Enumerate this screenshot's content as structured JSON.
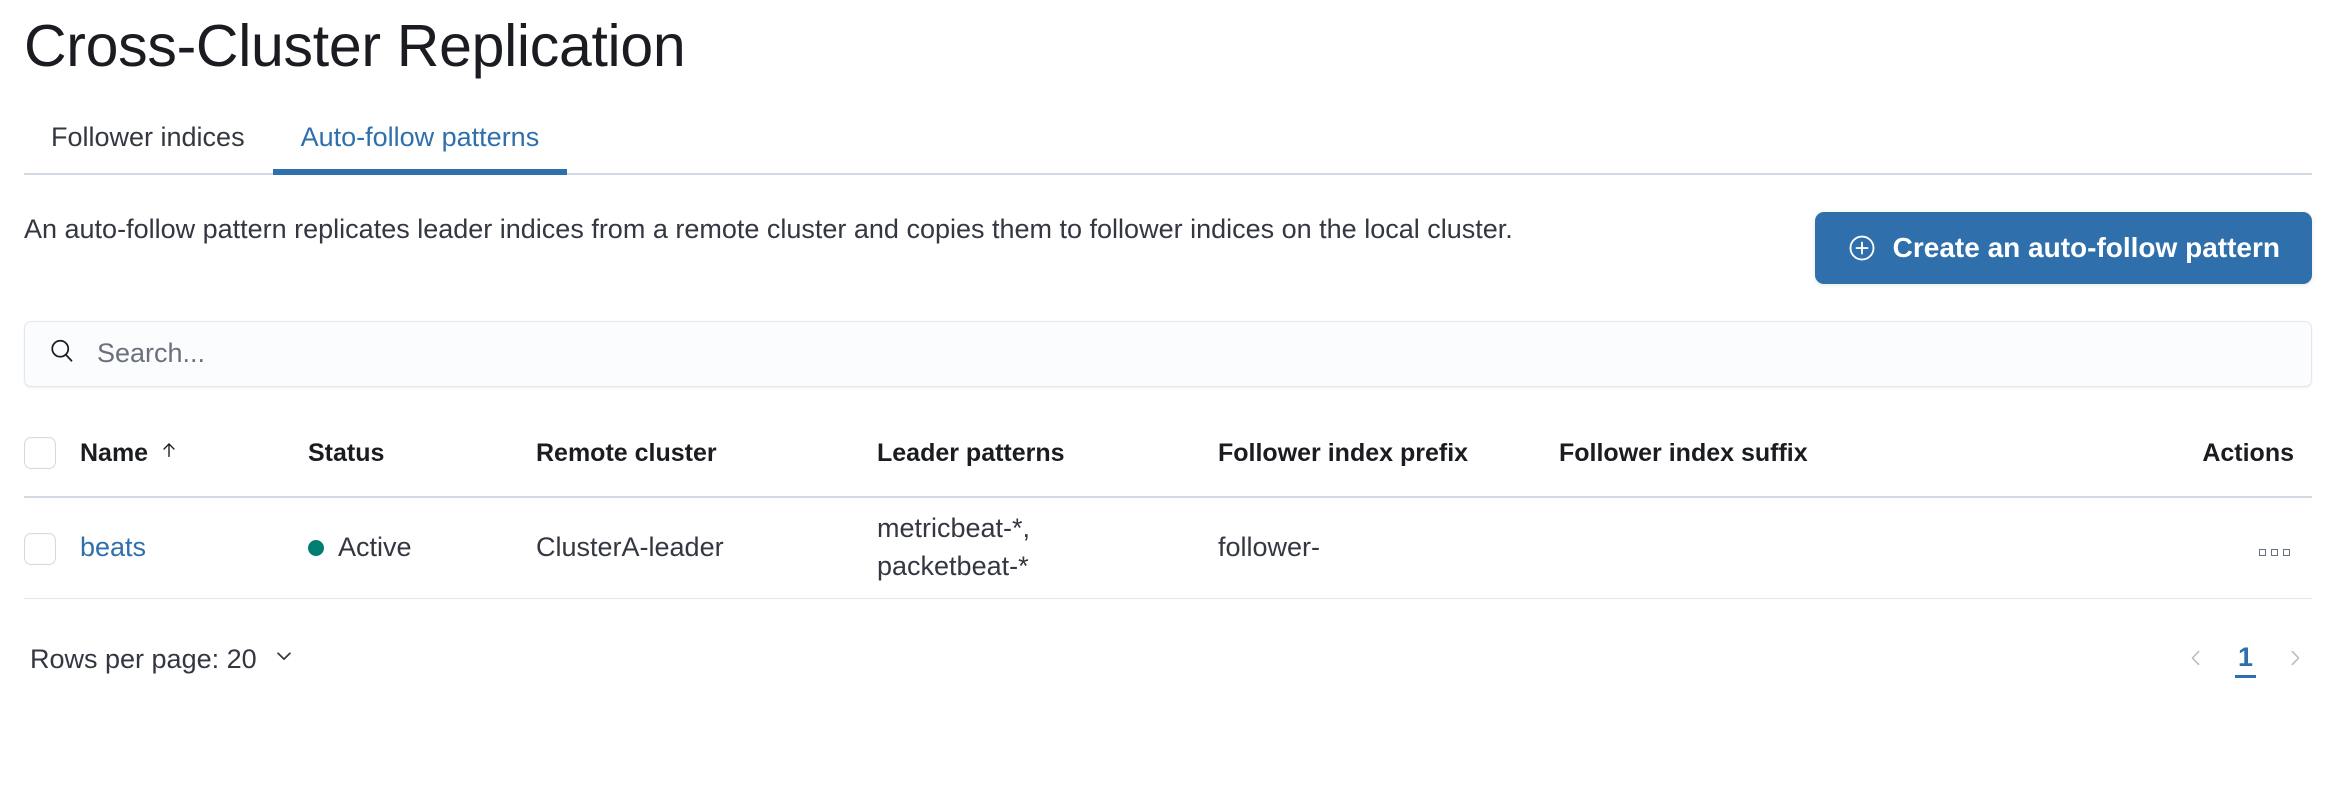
{
  "page": {
    "title": "Cross-Cluster Replication"
  },
  "tabs": [
    {
      "label": "Follower indices",
      "selected": false
    },
    {
      "label": "Auto-follow patterns",
      "selected": true
    }
  ],
  "description": "An auto-follow pattern replicates leader indices from a remote cluster and copies them to follower indices on the local cluster.",
  "create_button": {
    "label": "Create an auto-follow pattern",
    "icon": "plus-in-circle-icon",
    "color": "#2f6fac"
  },
  "search": {
    "placeholder": "Search...",
    "value": "",
    "icon": "search-icon"
  },
  "table": {
    "columns": [
      {
        "key": "select",
        "label": ""
      },
      {
        "key": "name",
        "label": "Name",
        "sorted": "asc",
        "sort_icon": "arrow-up-icon"
      },
      {
        "key": "status",
        "label": "Status"
      },
      {
        "key": "remote",
        "label": "Remote cluster"
      },
      {
        "key": "leader",
        "label": "Leader patterns"
      },
      {
        "key": "prefix",
        "label": "Follower index prefix"
      },
      {
        "key": "suffix",
        "label": "Follower index suffix"
      },
      {
        "key": "actions",
        "label": "Actions"
      }
    ],
    "rows": [
      {
        "selected": false,
        "name": "beats",
        "status": "Active",
        "status_color": "#017d73",
        "remote_cluster": "ClusterA-leader",
        "leader_patterns": "metricbeat-*,\npacketbeat-*",
        "follower_index_prefix": "follower-",
        "follower_index_suffix": "",
        "actions_icon": "more-actions-icon"
      }
    ]
  },
  "footer": {
    "rows_per_page_label": "Rows per page: 20",
    "rows_per_page_icon": "chevron-down-icon",
    "pagination": {
      "prev_icon": "chevron-left-icon",
      "next_icon": "chevron-right-icon",
      "pages": [
        "1"
      ],
      "active_page": "1"
    }
  }
}
